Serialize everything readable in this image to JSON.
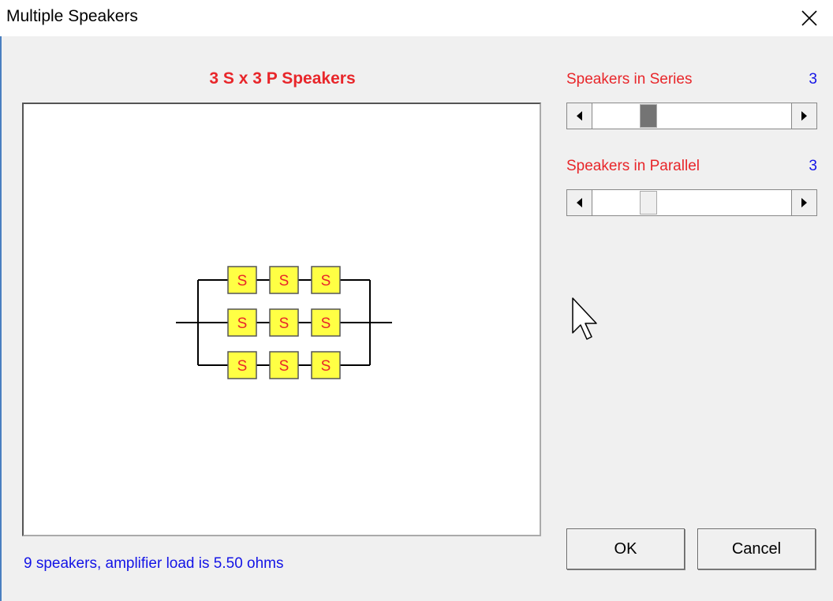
{
  "window": {
    "title": "Multiple Speakers"
  },
  "diagram": {
    "heading": "3 S x 3 P Speakers",
    "series_count": 3,
    "parallel_count": 3,
    "speaker_label": "S",
    "colors": {
      "speaker_fill": "#ffff44",
      "speaker_text": "#e8262a",
      "wire": "#000000"
    }
  },
  "status": "9 speakers, amplifier load is 5.50 ohms",
  "controls": {
    "series": {
      "label": "Speakers in Series",
      "value": "3"
    },
    "parallel": {
      "label": "Speakers in Parallel",
      "value": "3"
    }
  },
  "buttons": {
    "ok": "OK",
    "cancel": "Cancel"
  },
  "colors": {
    "label_red": "#e8262a",
    "value_blue": "#1414e6"
  }
}
